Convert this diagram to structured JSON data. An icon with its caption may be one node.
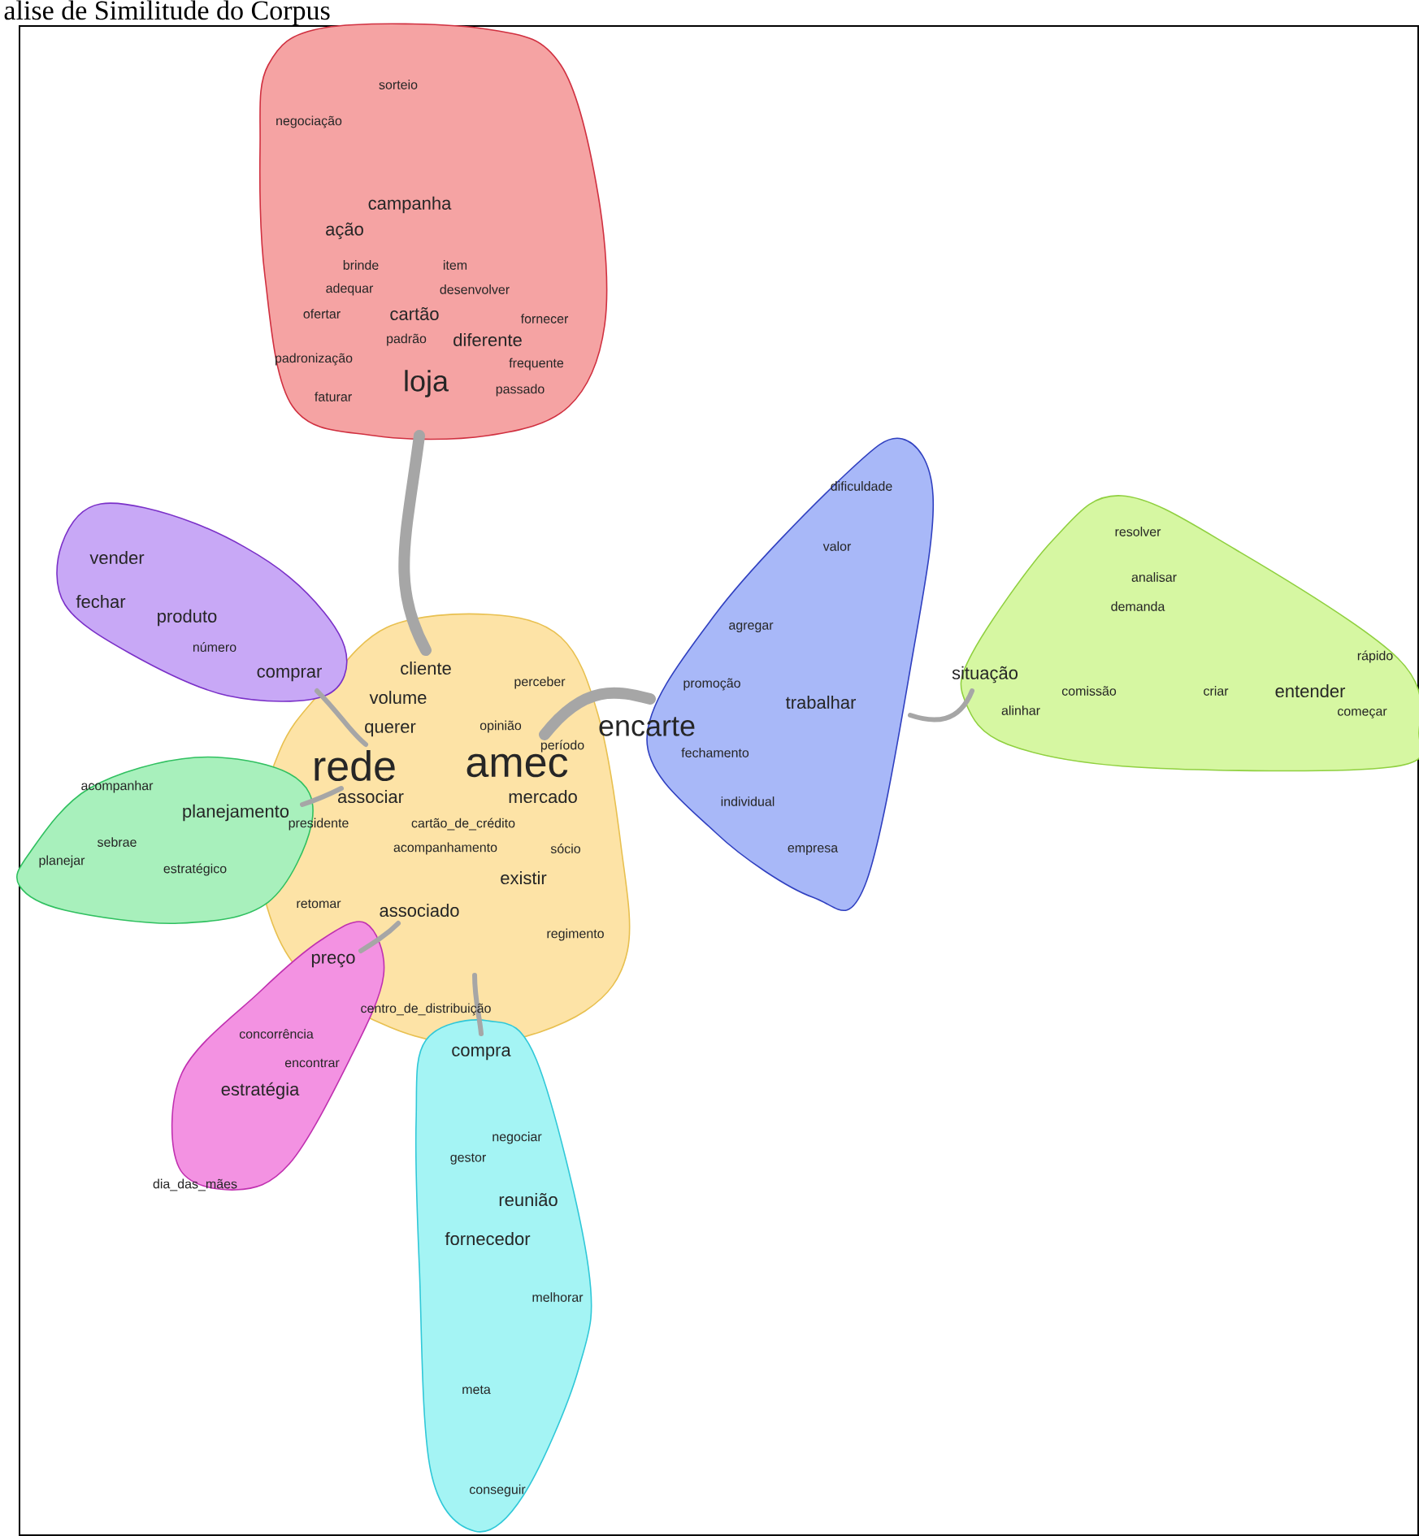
{
  "diagram": {
    "title": "alise de Similitude do Corpus",
    "nodes": [
      {
        "text": [
          "sorteio",
          "negociação",
          "campanha",
          "ação",
          "brinde",
          "item",
          "adequar",
          "desenvolver",
          "ofertar",
          "cartão",
          "padrão",
          "padronização",
          "diferente",
          "fornecer",
          "frequente",
          "passado",
          "faturar",
          "loja"
        ]
      },
      {
        "text": [
          "vender",
          "fechar",
          "produto",
          "número",
          "comprar"
        ]
      },
      {
        "text": [
          "acompanhar",
          "planejamento",
          "sebrae",
          "planejar",
          "estratégico"
        ]
      },
      {
        "text": [
          "cliente",
          "perceber",
          "volume",
          "querer",
          "opinião",
          "período",
          "rede",
          "amec",
          "associar",
          "mercado",
          "presidente",
          "cartão_de_crédito",
          "sócio",
          "acompanhamento",
          "existir",
          "retomar",
          "associado",
          "regimento",
          "centro_de_distribuição"
        ]
      },
      {
        "text": [
          "preço",
          "concorrência",
          "encontrar",
          "estratégia",
          "dia_das_mães"
        ]
      },
      {
        "text": [
          "compra",
          "negociar",
          "gestor",
          "reunião",
          "fornecedor",
          "melhorar",
          "meta",
          "conseguir"
        ]
      },
      {
        "text": [
          "dificuldade",
          "valor",
          "agregar",
          "promoção",
          "trabalhar",
          "encarte",
          "fechamento",
          "individual",
          "empresa"
        ]
      },
      {
        "text": [
          "resolver",
          "analisar",
          "demanda",
          "situação",
          "alinhar",
          "comissão",
          "criar",
          "entender",
          "rápido",
          "começar"
        ]
      }
    ],
    "edges": [
      {
        "from": 0,
        "to": 3,
        "arrow": "none",
        "style": "thick"
      },
      {
        "from": 1,
        "to": 3,
        "arrow": "none"
      },
      {
        "from": 2,
        "to": 3,
        "arrow": "none"
      },
      {
        "from": 3,
        "to": 6,
        "arrow": "none",
        "style": "thick"
      },
      {
        "from": 6,
        "to": 7,
        "arrow": "none"
      },
      {
        "from": 3,
        "to": 4,
        "arrow": "none"
      },
      {
        "from": 3,
        "to": 5,
        "arrow": "none"
      }
    ]
  }
}
